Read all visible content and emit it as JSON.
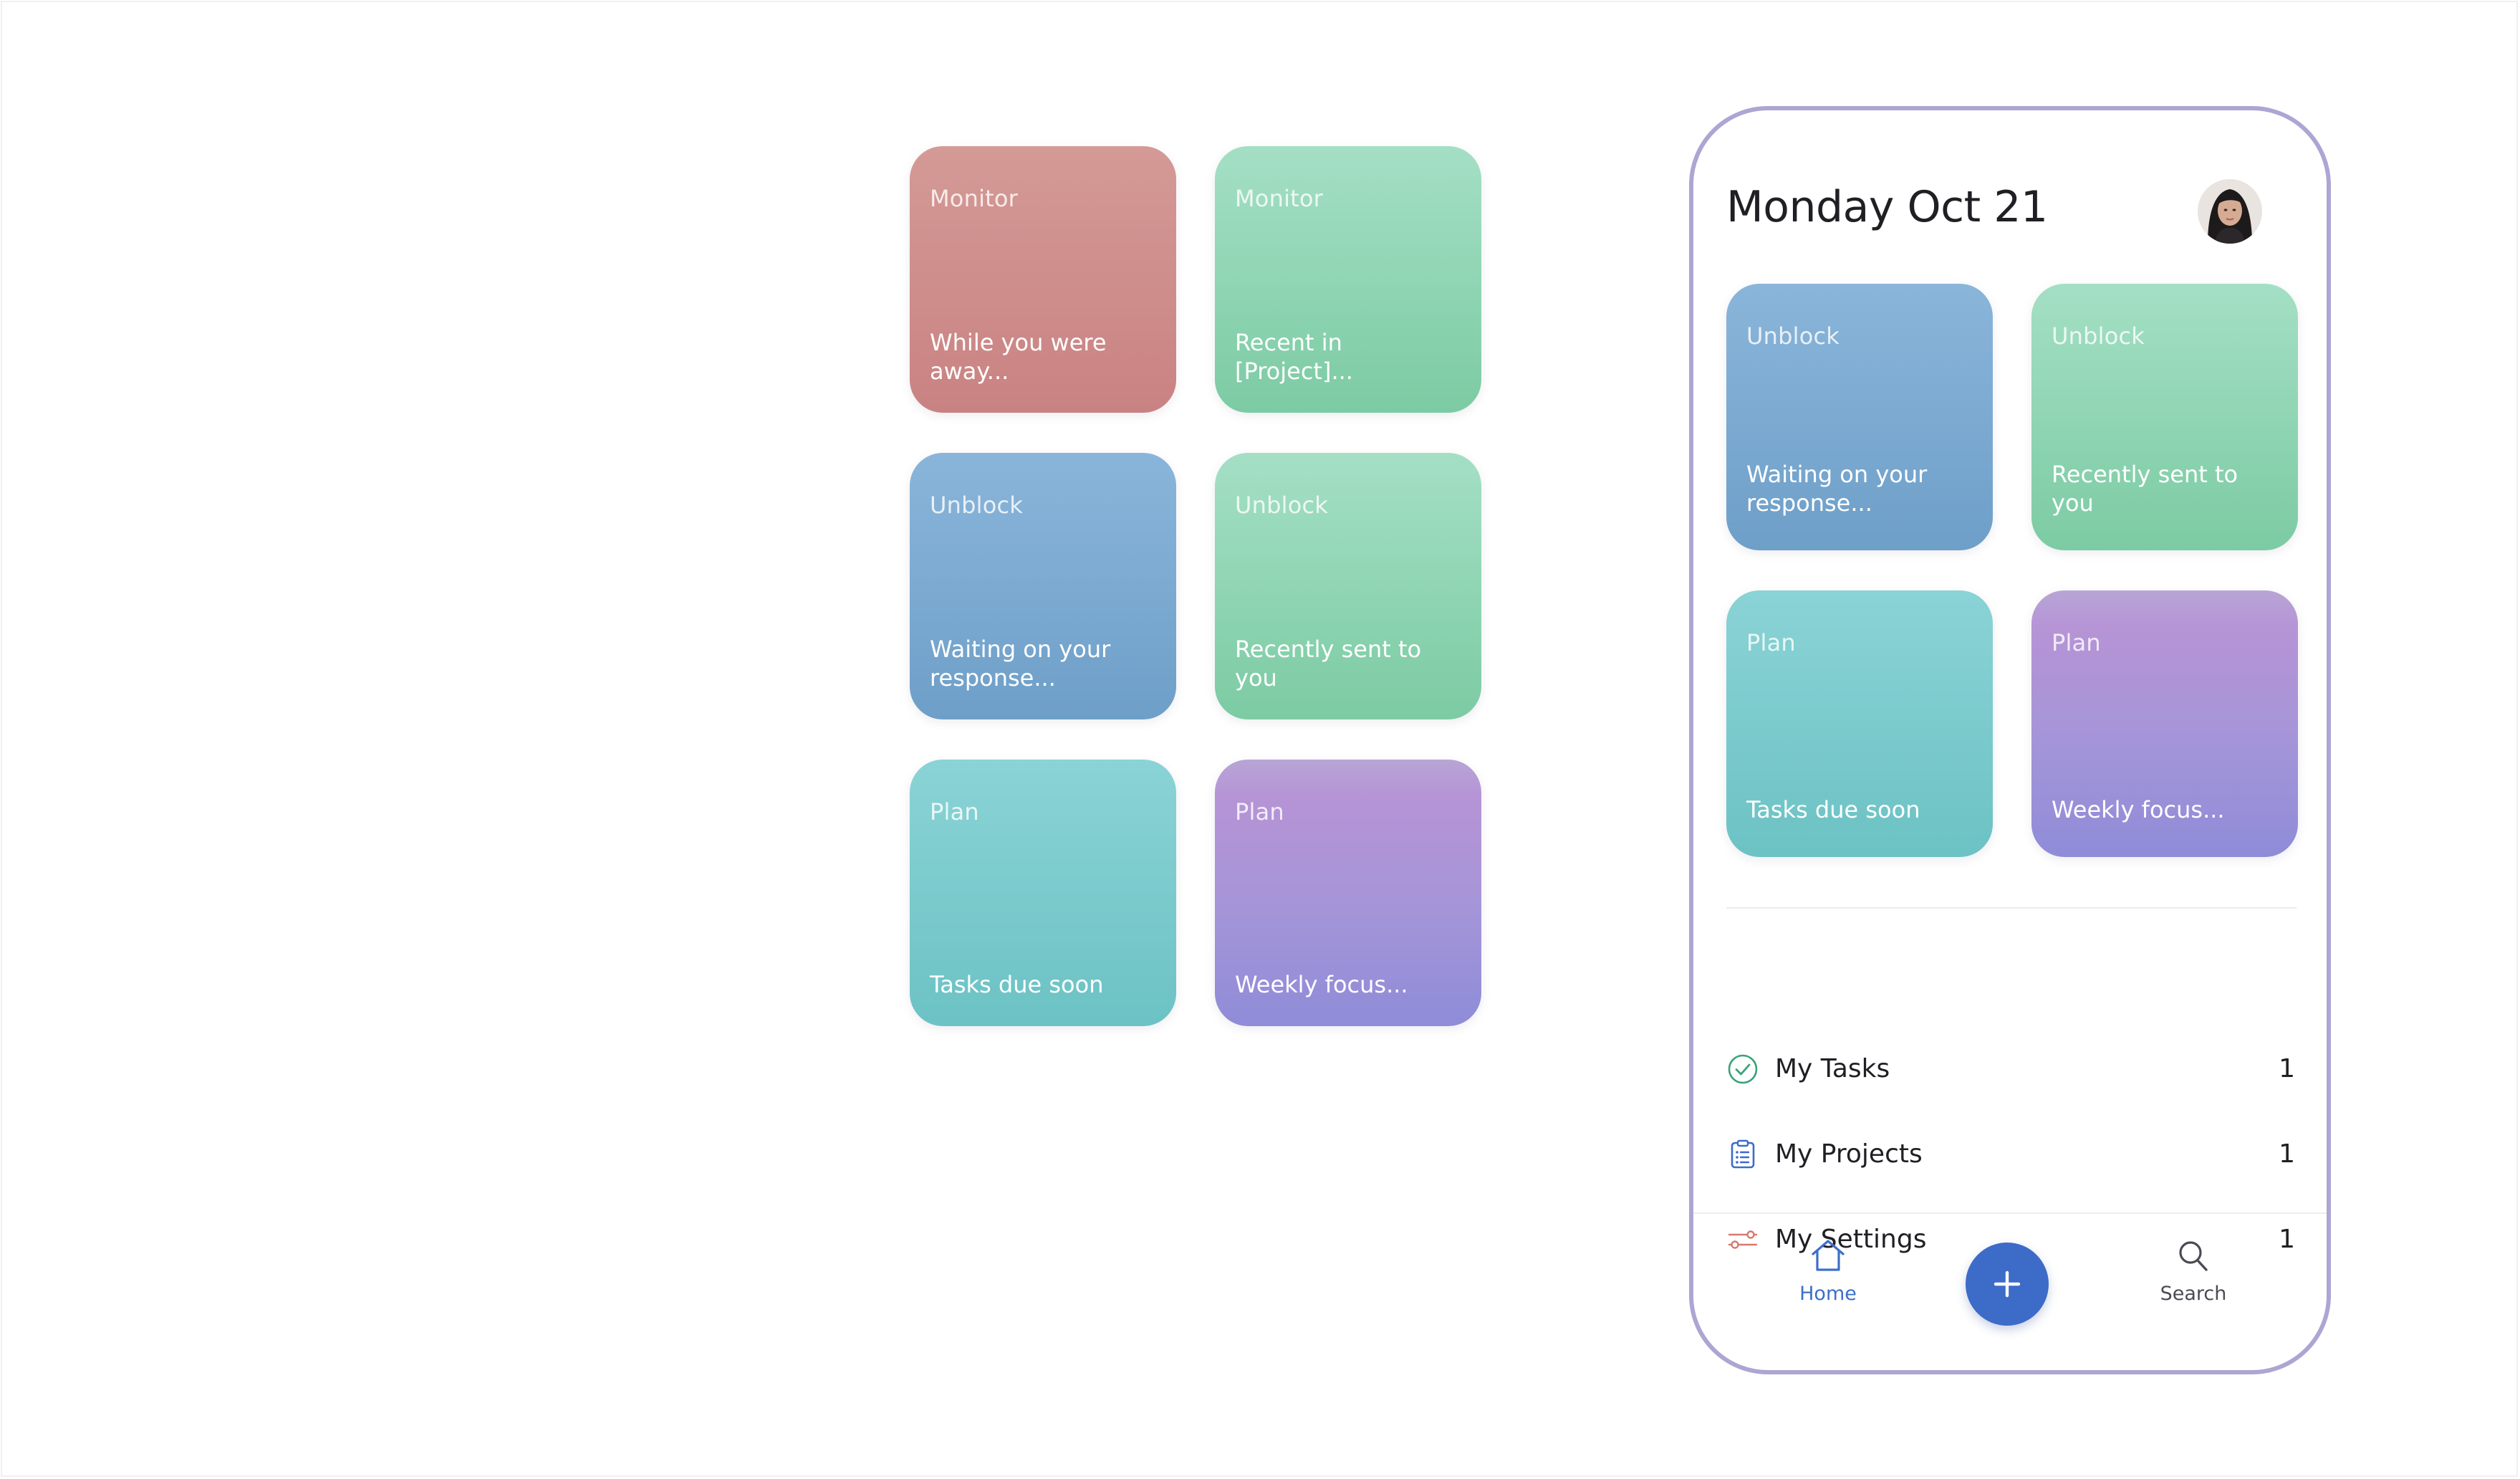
{
  "left_grid": {
    "cards": [
      {
        "kind": "Monitor",
        "desc": "While you were away...",
        "color": "#d0918f"
      },
      {
        "kind": "Monitor",
        "desc": "Recent in [Project]...",
        "color": "#8fd6b6"
      },
      {
        "kind": "Unblock",
        "desc": "Waiting on your response...",
        "color": "#7eaad3"
      },
      {
        "kind": "Unblock",
        "desc": "Recently sent to you",
        "color": "#8fd6b6"
      },
      {
        "kind": "Plan",
        "desc": "Tasks due soon",
        "color": "#7ccbcd"
      },
      {
        "kind": "Plan",
        "desc": "Weekly focus...",
        "color": "#a594d7"
      }
    ]
  },
  "phone": {
    "title": "Monday Oct 21",
    "avatar_icon": "user-avatar",
    "cards": [
      {
        "kind": "Unblock",
        "desc": "Waiting on your response...",
        "color": "#7eaad3"
      },
      {
        "kind": "Unblock",
        "desc": "Recently sent to you",
        "color": "#8fd6b6"
      },
      {
        "kind": "Plan",
        "desc": "Tasks due soon",
        "color": "#7ccbcd"
      },
      {
        "kind": "Plan",
        "desc": "Weekly focus...",
        "color": "#a594d7"
      }
    ],
    "list": [
      {
        "label": "My Tasks",
        "count": "1",
        "icon": "check-circle-icon",
        "icon_color": "#3aa27a"
      },
      {
        "label": "My Projects",
        "count": "1",
        "icon": "clipboard-list-icon",
        "icon_color": "#3d6bc8"
      },
      {
        "label": "My Settings",
        "count": "1",
        "icon": "sliders-icon",
        "icon_color": "#d9786f"
      }
    ],
    "tabbar": {
      "home_label": "Home",
      "search_label": "Search",
      "add_icon": "plus-icon",
      "accent": "#3d6bc8"
    }
  }
}
